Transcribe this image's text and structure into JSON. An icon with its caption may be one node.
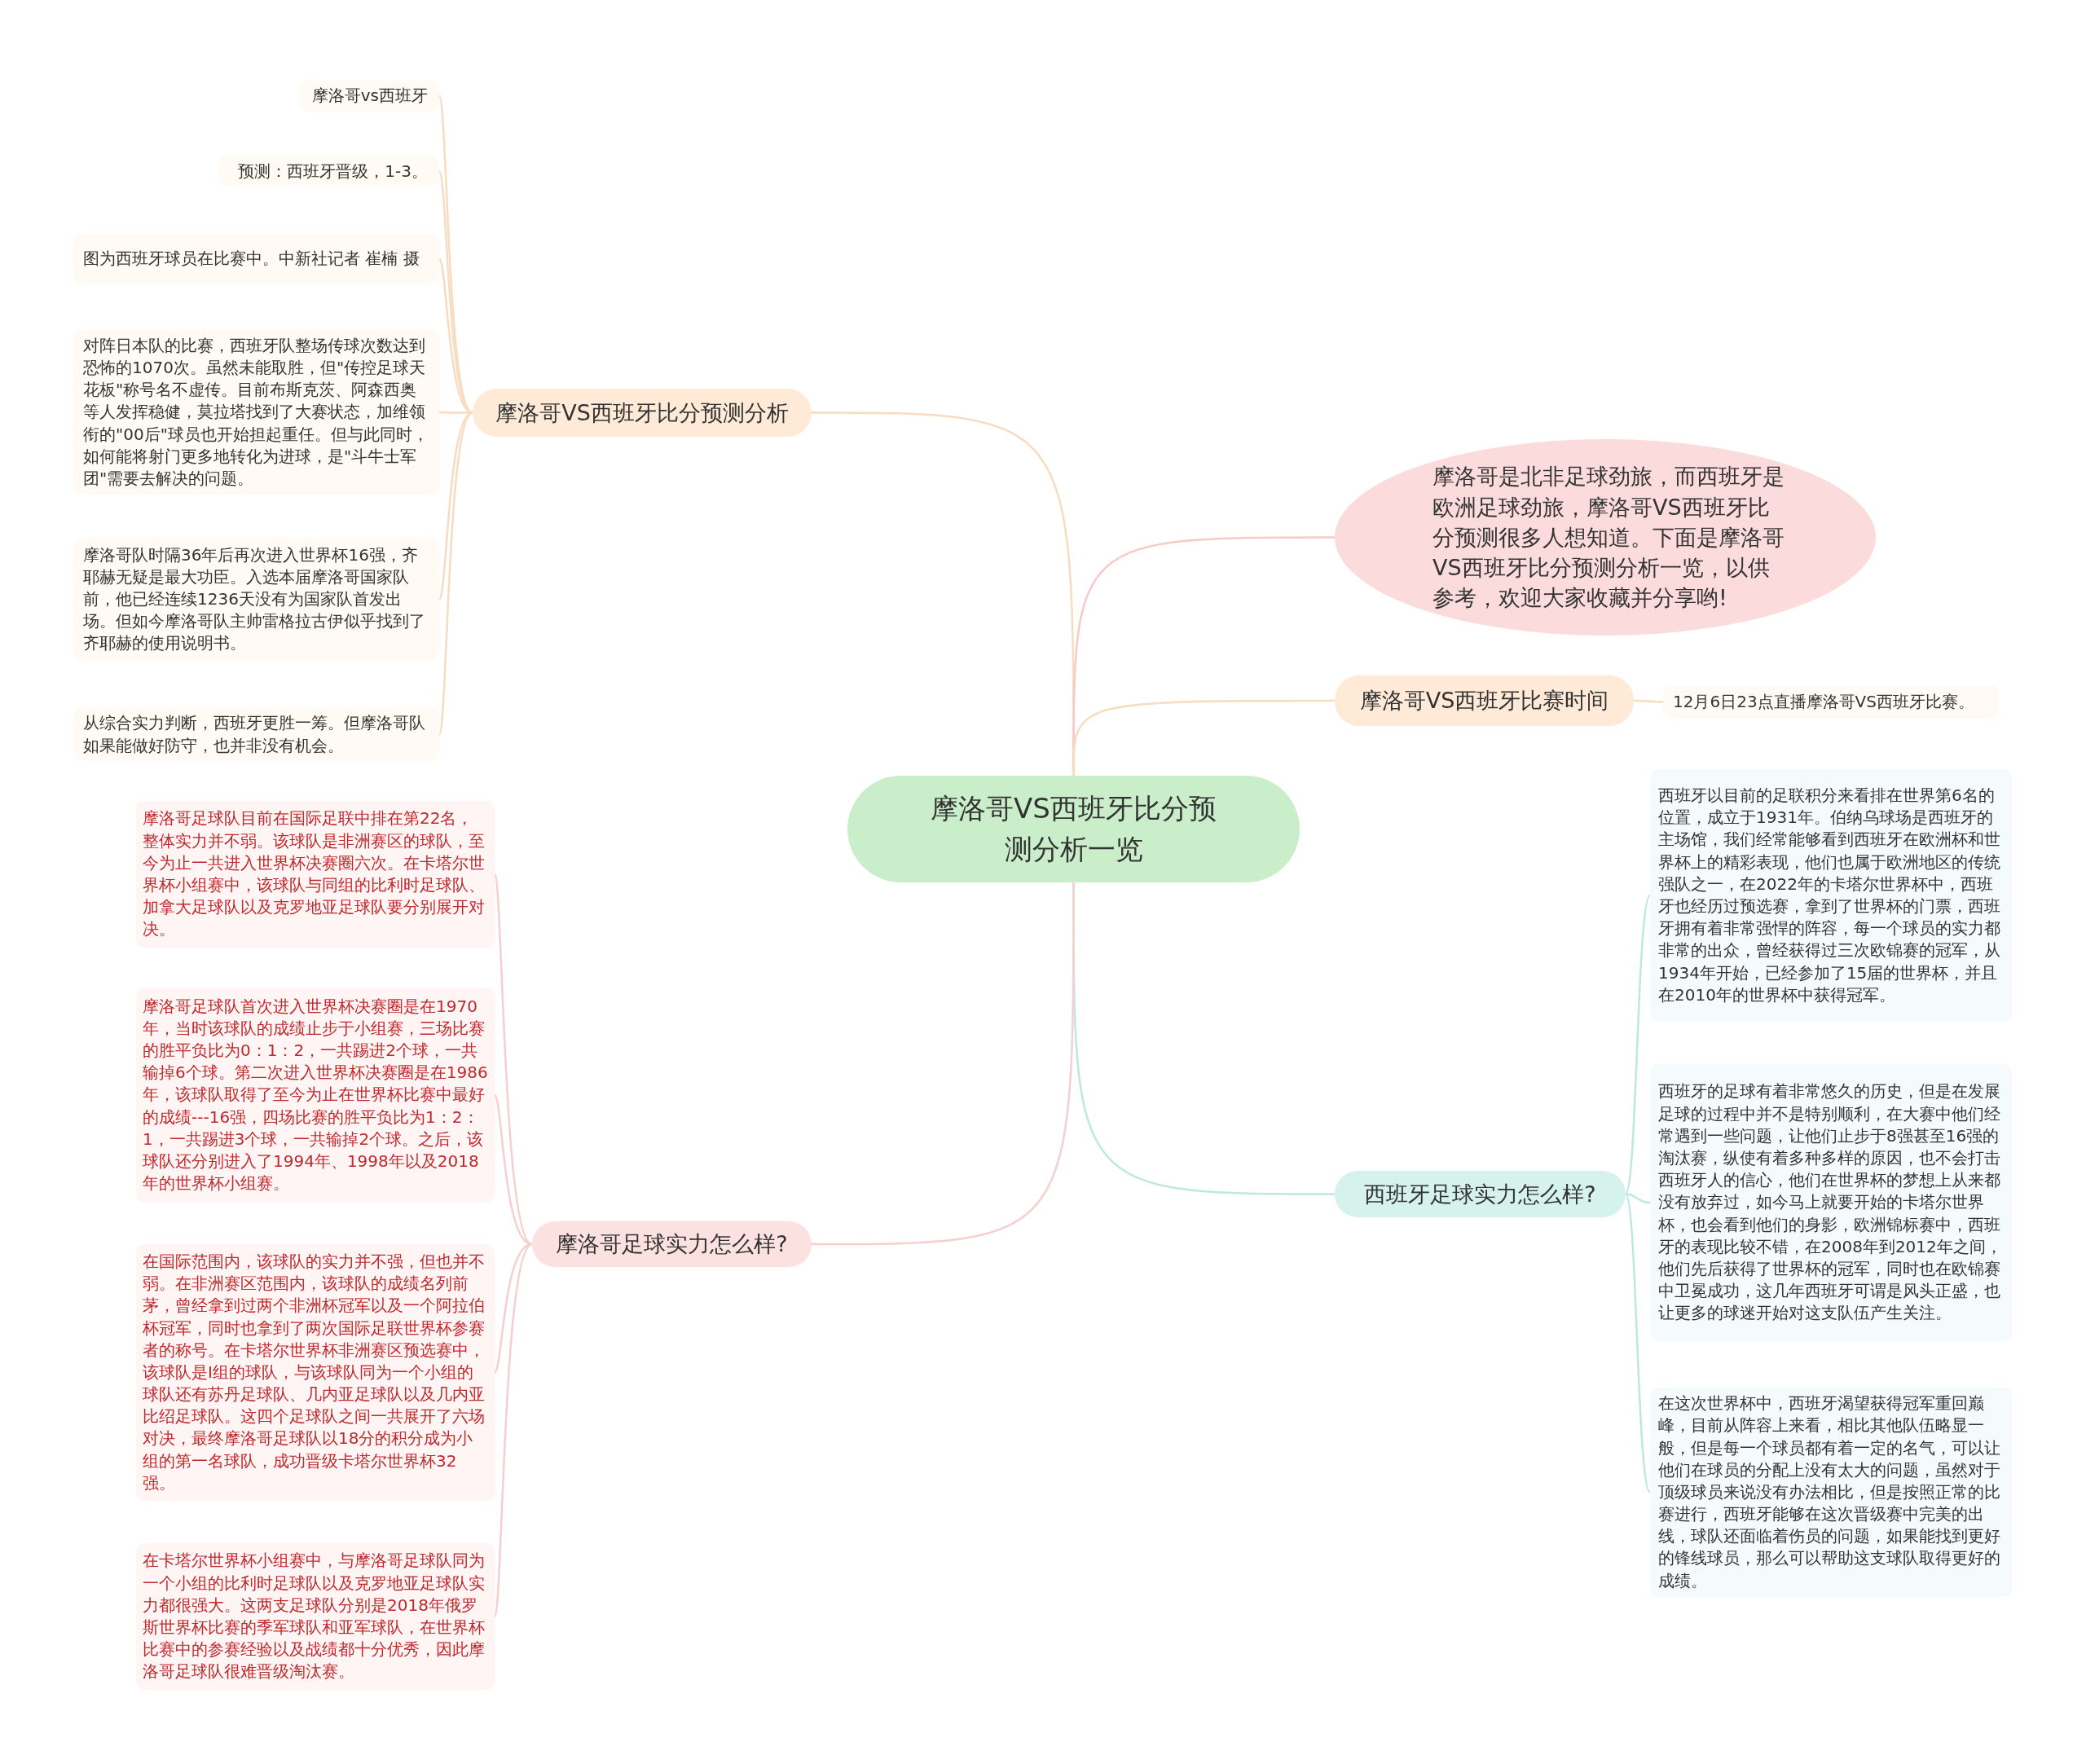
{
  "diagram": {
    "nodes": [
      {
        "text": [
          "摩洛哥VS西班牙比分预测分析一览"
        ]
      },
      {
        "text": [
          "摩洛哥VS西班牙比分预测分析"
        ]
      },
      {
        "text": [
          "摩洛哥vs西班牙"
        ]
      },
      {
        "text": [
          "预测：西班牙晋级，1-3。"
        ]
      },
      {
        "text": [
          "图为西班牙球员在比赛中。中新社记者 崔楠 摄"
        ]
      },
      {
        "text": [
          "对阵日本队的比赛，西班牙队整场传球次数达到恐怖的1070次。虽然未能取胜，但\"传控足球天花板\"称号名不虚传。目前布斯克茨、阿森西奥等人发挥稳健，莫拉塔找到了大赛状态，加维领衔的\"00后\"球员也开始担起重任。但与此同时，如何能将射门更多地转化为进球，是\"斗牛士军团\"需要去解决的问题。"
        ]
      },
      {
        "text": [
          "摩洛哥队时隔36年后再次进入世界杯16强，齐耶赫无疑是最大功臣。入选本届摩洛哥国家队前，他已经连续1236天没有为国家队首发出场。但如今摩洛哥队主帅雷格拉古伊似乎找到了齐耶赫的使用说明书。"
        ]
      },
      {
        "text": [
          "从综合实力判断，西班牙更胜一筹。但摩洛哥队如果能做好防守，也并非没有机会。"
        ]
      },
      {
        "text": [
          "摩洛哥是北非足球劲旅，而西班牙是欧洲足球劲旅，摩洛哥VS西班牙比分预测很多人想知道。下面是摩洛哥VS西班牙比分预测分析一览，以供参考，欢迎大家收藏并分享哟!"
        ]
      },
      {
        "text": [
          "摩洛哥VS西班牙比赛时间"
        ]
      },
      {
        "text": [
          "12月6日23点直播摩洛哥VS西班牙比赛。"
        ]
      },
      {
        "text": [
          "西班牙足球实力怎么样?"
        ]
      },
      {
        "text": [
          "西班牙以目前的足联积分来看排在世界第6名的位置，成立于1931年。伯纳乌球场是西班牙的主场馆，我们经常能够看到西班牙在欧洲杯和世界杯上的精彩表现，他们也属于欧洲地区的传统强队之一，在2022年的卡塔尔世界杯中，西班牙也经历过预选赛，拿到了世界杯的门票，西班牙拥有着非常强悍的阵容，每一个球员的实力都非常的出众，曾经获得过三次欧锦赛的冠军，从1934年开始，已经参加了15届的世界杯，并且在2010年的世界杯中获得冠军。"
        ]
      },
      {
        "text": [
          "西班牙的足球有着非常悠久的历史，但是在发展足球的过程中并不是特别顺利，在大赛中他们经常遇到一些问题，让他们止步于8强甚至16强的淘汰赛，纵使有着多种多样的原因，也不会打击西班牙人的信心，他们在世界杯的梦想上从来都没有放弃过，如今马上就要开始的卡塔尔世界杯，也会看到他们的身影，欧洲锦标赛中，西班牙的表现比较不错，在2008年到2012年之间，他们先后获得了世界杯的冠军，同时也在欧锦赛中卫冕成功，这几年西班牙可谓是风头正盛，也让更多的球迷开始对这支队伍产生关注。"
        ]
      },
      {
        "text": [
          "在这次世界杯中，西班牙渴望获得冠军重回巅峰，目前从阵容上来看，相比其他队伍略显一般，但是每一个球员都有着一定的名气，可以让他们在球员的分配上没有太大的问题，虽然对于顶级球员来说没有办法相比，但是按照正常的比赛进行，西班牙能够在这次晋级赛中完美的出线，球队还面临着伤员的问题，如果能找到更好的锋线球员，那么可以帮助这支球队取得更好的成绩。"
        ]
      },
      {
        "text": [
          "摩洛哥足球实力怎么样?"
        ]
      },
      {
        "text": [
          "摩洛哥足球队目前在国际足联中排在第22名，整体实力并不弱。该球队是非洲赛区的球队，至今为止一共进入世界杯决赛圈六次。在卡塔尔世界杯小组赛中，该球队与同组的比利时足球队、加拿大足球队以及克罗地亚足球队要分别展开对决。"
        ]
      },
      {
        "text": [
          "摩洛哥足球队首次进入世界杯决赛圈是在1970年，当时该球队的成绩止步于小组赛，三场比赛的胜平负比为0：1：2，一共踢进2个球，一共输掉6个球。第二次进入世界杯决赛圈是在1986年，该球队取得了至今为止在世界杯比赛中最好的成绩---16强，四场比赛的胜平负比为1：2：1，一共踢进3个球，一共输掉2个球。之后，该球队还分别进入了1994年、1998年以及2018年的世界杯小组赛。"
        ]
      },
      {
        "text": [
          "在国际范围内，该球队的实力并不强，但也并不弱。在非洲赛区范围内，该球队的成绩名列前茅，曾经拿到过两个非洲杯冠军以及一个阿拉伯杯冠军，同时也拿到了两次国际足联世界杯参赛者的称号。在卡塔尔世界杯非洲赛区预选赛中，该球队是I组的球队，与该球队同为一个小组的球队还有苏丹足球队、几内亚足球队以及几内亚比绍足球队。这四个足球队之间一共展开了六场对决，最终摩洛哥足球队以18分的积分成为小组的第一名球队，成功晋级卡塔尔世界杯32强。"
        ]
      },
      {
        "text": [
          "在卡塔尔世界杯小组赛中，与摩洛哥足球队同为一个小组的比利时足球队以及克罗地亚足球队实力都很强大。这两支足球队分别是2018年俄罗斯世界杯比赛的季军球队和亚军球队，在世界杯比赛中的参赛经验以及战绩都十分优秀，因此摩洛哥足球队很难晋级淘汰赛。"
        ]
      }
    ],
    "edges": [
      {
        "from": 0,
        "to": 1,
        "arrow": "none"
      },
      {
        "from": 1,
        "to": 2,
        "arrow": "none"
      },
      {
        "from": 1,
        "to": 3,
        "arrow": "none"
      },
      {
        "from": 1,
        "to": 4,
        "arrow": "none"
      },
      {
        "from": 1,
        "to": 5,
        "arrow": "none"
      },
      {
        "from": 1,
        "to": 6,
        "arrow": "none"
      },
      {
        "from": 1,
        "to": 7,
        "arrow": "none"
      },
      {
        "from": 0,
        "to": 8,
        "arrow": "none",
        "color": "#f7c9c7"
      },
      {
        "from": 0,
        "to": 9,
        "arrow": "none"
      },
      {
        "from": 9,
        "to": 10,
        "arrow": "none"
      },
      {
        "from": 0,
        "to": 11,
        "arrow": "none",
        "color": "#bde8df"
      },
      {
        "from": 11,
        "to": 12,
        "arrow": "none",
        "color": "#bde8df"
      },
      {
        "from": 11,
        "to": 13,
        "arrow": "none",
        "color": "#bde8df"
      },
      {
        "from": 11,
        "to": 14,
        "arrow": "none",
        "color": "#bde8df"
      },
      {
        "from": 0,
        "to": 15,
        "arrow": "none",
        "color": "#f6cfcf"
      },
      {
        "from": 15,
        "to": 16,
        "arrow": "none",
        "color": "#f6cfcf"
      },
      {
        "from": 15,
        "to": 17,
        "arrow": "none",
        "color": "#f6cfcf"
      },
      {
        "from": 15,
        "to": 18,
        "arrow": "none",
        "color": "#f6cfcf"
      },
      {
        "from": 15,
        "to": 19,
        "arrow": "none",
        "color": "#f6cfcf"
      }
    ]
  }
}
